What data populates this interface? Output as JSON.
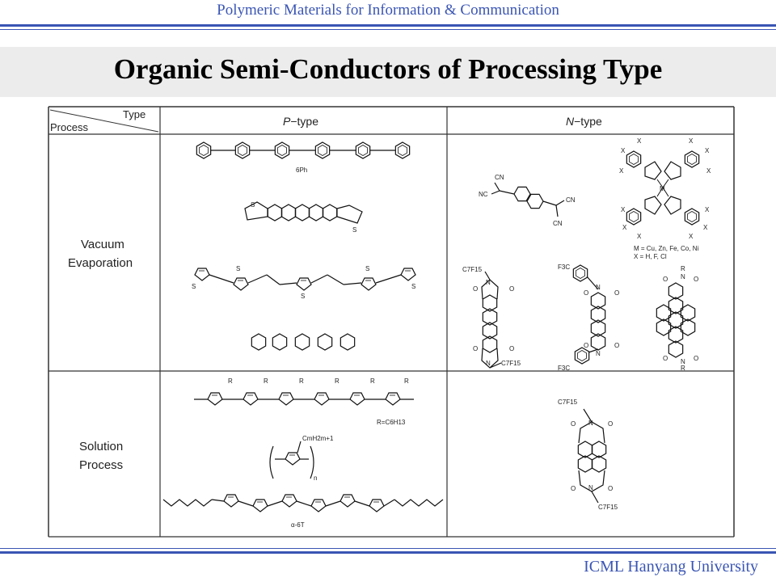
{
  "header": {
    "course": "Polymeric Materials for Information & Communication",
    "title": "Organic Semi-Conductors of Processing Type"
  },
  "footer": {
    "org": "ICML Hanyang University"
  },
  "table": {
    "corner_type": "Type",
    "corner_process": "Process",
    "columns": {
      "p_letter": "P",
      "p_rest": "−type",
      "n_letter": "N",
      "n_rest": "−type"
    },
    "rows": [
      {
        "line1": "Vacuum",
        "line2": "Evaporation"
      },
      {
        "line1": "Solution",
        "line2": "Process"
      }
    ]
  },
  "labels": {
    "hexaphenyl": "6Ph",
    "cn": "CN",
    "nc": "NC",
    "metal": "M = Cu, Zn, Fe, Co, Ni",
    "subst": "X = H, F, Cl",
    "x": "X",
    "o": "O",
    "n": "N",
    "s": "S",
    "r": "R",
    "m": "M",
    "c7f15": "C7F15",
    "f3c": "F3C",
    "r_def": "R=C6H13",
    "cm": "CmH2m+1",
    "n_sub": "n",
    "a6t": "α-6T"
  }
}
